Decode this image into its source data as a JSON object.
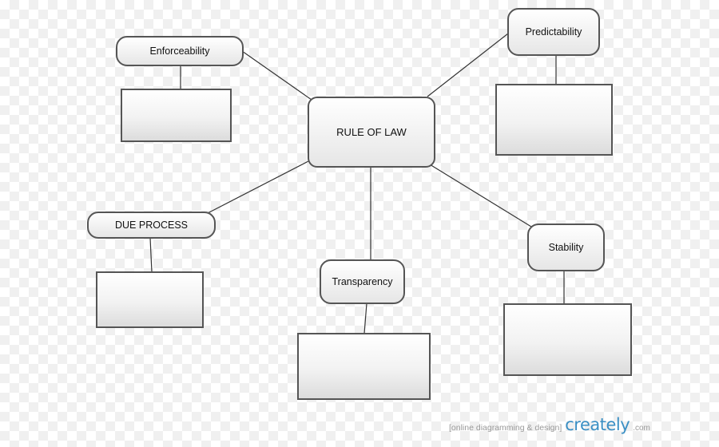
{
  "diagram": {
    "central": "RULE OF LAW",
    "nodes": {
      "enforceability": "Enforceability",
      "predictability": "Predictability",
      "due_process": "DUE PROCESS",
      "transparency": "Transparency",
      "stability": "Stability"
    }
  },
  "footer": {
    "tagline": "[online diagramming & design]",
    "brand": "creately",
    "domain": ".com"
  },
  "colors": {
    "stroke": "#555555",
    "brand": "#3a8fc4"
  }
}
